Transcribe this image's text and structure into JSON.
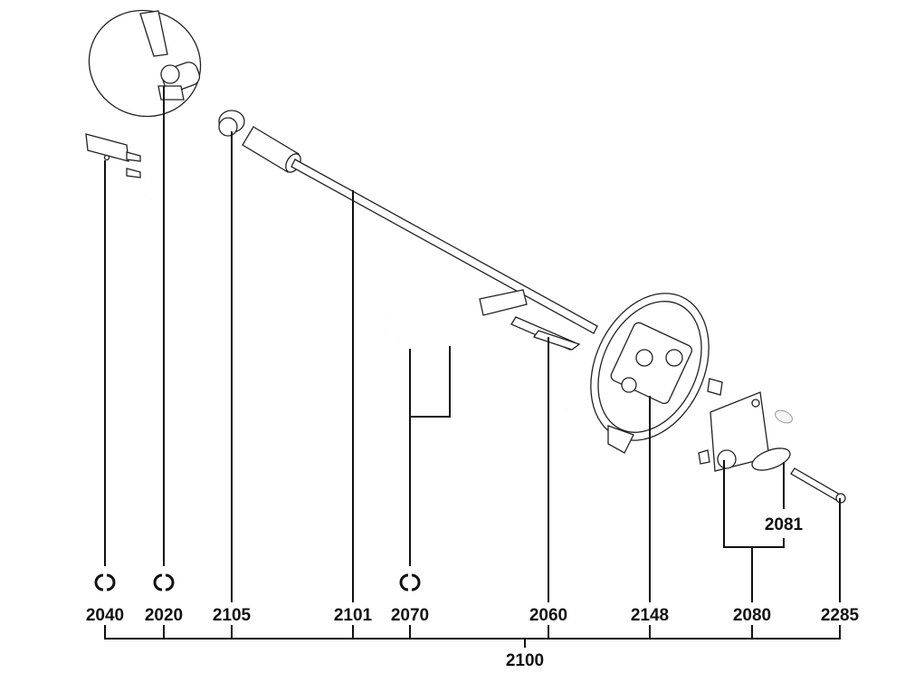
{
  "diagram": {
    "parts": [
      {
        "number": "2040",
        "rotate_icon": true
      },
      {
        "number": "2020",
        "rotate_icon": true
      },
      {
        "number": "2105",
        "rotate_icon": false
      },
      {
        "number": "2101",
        "rotate_icon": false
      },
      {
        "number": "2070",
        "rotate_icon": true
      },
      {
        "number": "2060",
        "rotate_icon": false
      },
      {
        "number": "2148",
        "rotate_icon": false
      },
      {
        "number": "2080",
        "rotate_icon": false
      },
      {
        "number": "2285",
        "rotate_icon": false
      }
    ],
    "sub_part": "2081",
    "assembly": "2100"
  }
}
